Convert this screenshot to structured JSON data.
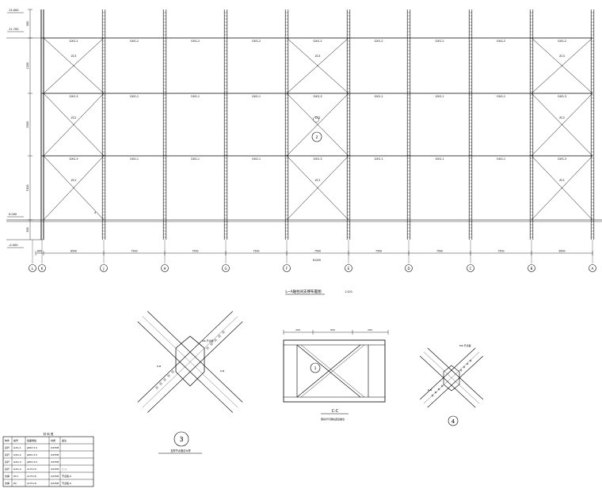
{
  "elevation": {
    "levels": [
      "13.000",
      "11.700",
      "0.000",
      "-0.500"
    ],
    "left_dims": [
      "500",
      "1200",
      "3300",
      "3100",
      "500"
    ],
    "axes": [
      "L",
      "K",
      "J",
      "H",
      "G",
      "F",
      "E",
      "D",
      "C",
      "B",
      "A"
    ],
    "bay_dims": [
      "600",
      "6500",
      "7500",
      "7500",
      "7500",
      "7500",
      "7500",
      "7500",
      "7500",
      "6500"
    ],
    "total_dim": "61200",
    "beams_top": [
      "GXG-2",
      "GXG-2",
      "GXG-2",
      "GXG-2",
      "GXG-2",
      "GXG-2",
      "GXG-2",
      "GXG-2",
      "GXG-2"
    ],
    "beams_mid": [
      "GXG-3",
      "GXG-1",
      "GXG-1",
      "GXG-1",
      "GXG-3",
      "GXG-1",
      "GXG-1",
      "GXG-1",
      "GXG-3"
    ],
    "beams_low": [
      "GXG-3",
      "GXG-1",
      "GXG-1",
      "GXG-1",
      "GXG-3",
      "GXG-1",
      "GXG-1",
      "GXG-1",
      "GXG-3"
    ],
    "braces": [
      "ZC3",
      "ZC2",
      "ZC1"
    ],
    "detail_ref": "2",
    "title": "L~A轴柱间支撑布置图",
    "scale": "1:200"
  },
  "details": {
    "d3_number": "3",
    "d3_caption": "支撑节点做法大样",
    "cc_label": "C-C",
    "cc_caption": "钢系杆与钢柱连接做法",
    "cc_dims": [
      "200",
      "600",
      "200"
    ],
    "cc_ref": "1",
    "d4_number": "4",
    "welds": [
      "M4-节点板",
      "6-Ⅲ",
      "6-Ⅲ",
      "6-Ⅲ"
    ]
  },
  "table": {
    "title": "材 料 表",
    "headers": [
      "构件",
      "编号",
      "截面规格",
      "材质",
      "备注"
    ],
    "rows": [
      [
        "系杆",
        "GXG-1",
        "φ89×3.0",
        "Q235B",
        ""
      ],
      [
        "系杆",
        "GXG-2",
        "φ89×3.0",
        "Q235B",
        ""
      ],
      [
        "系杆",
        "GXG-3",
        "φ89×3.0",
        "Q235B",
        ""
      ],
      [
        "系杆",
        "GXG-4",
        "2L70×5",
        "Q235B",
        "○ ○"
      ],
      [
        "支撑",
        "ZC1",
        "2L75×6",
        "Q235B",
        "节点板-6"
      ],
      [
        "支撑",
        "ZC",
        "2L75×6",
        "Q235B",
        "节点板-6"
      ]
    ]
  }
}
